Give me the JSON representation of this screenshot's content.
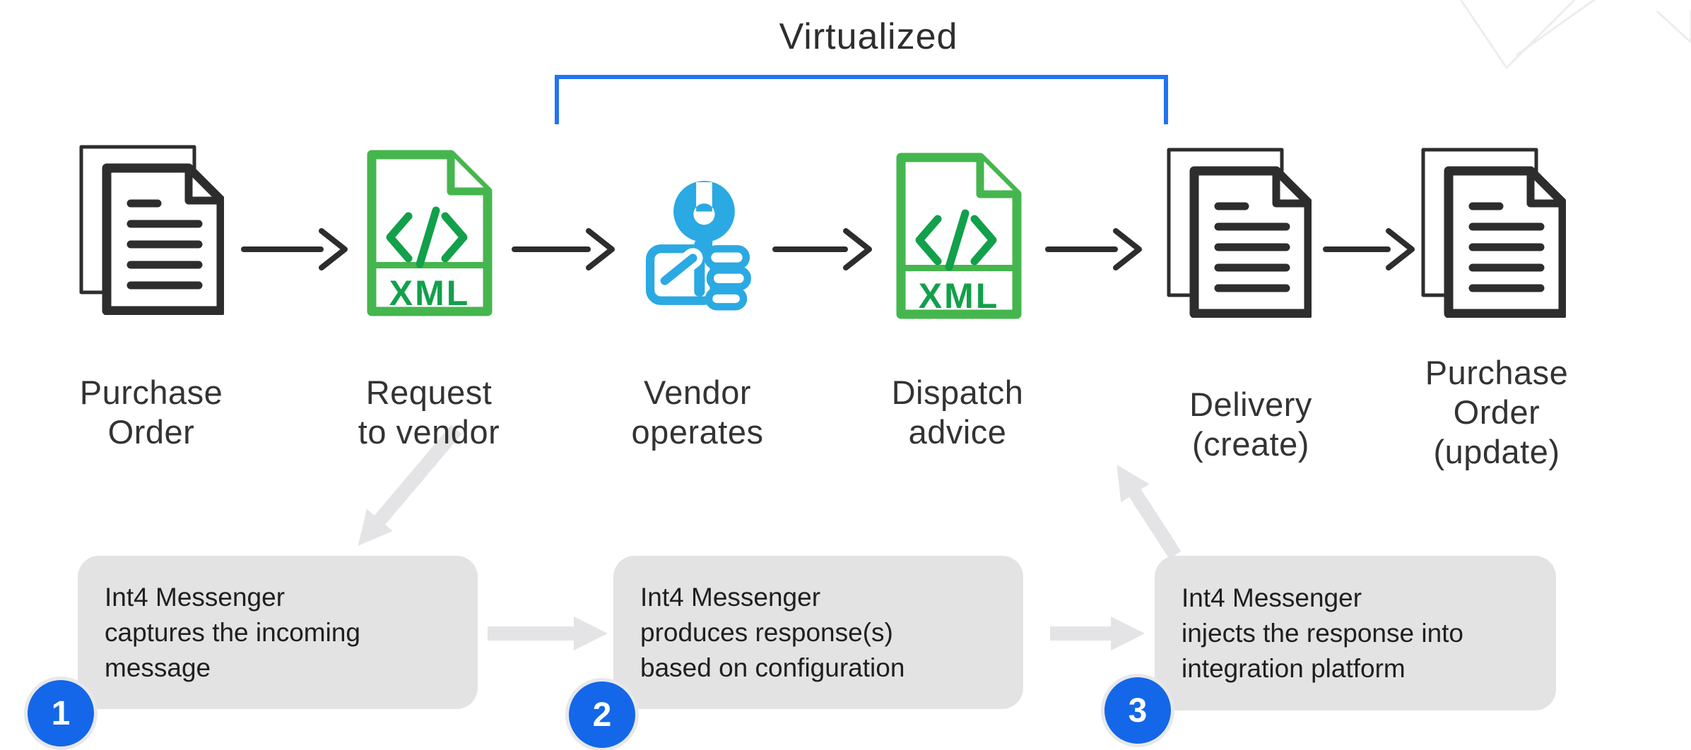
{
  "title": "Virtualized",
  "badges": {
    "xml": "XML"
  },
  "flow": {
    "steps": [
      {
        "icon": "documents-icon",
        "label": "Purchase\nOrder"
      },
      {
        "icon": "xml-file-icon",
        "label": "Request\nto vendor"
      },
      {
        "icon": "wrench-hand-icon",
        "label": "Vendor\noperates"
      },
      {
        "icon": "xml-file-icon",
        "label": "Dispatch\nadvice"
      },
      {
        "icon": "documents-icon",
        "label": "Delivery\n(create)"
      },
      {
        "icon": "documents-icon",
        "label": "Purchase\nOrder\n(update)"
      }
    ]
  },
  "callouts": [
    {
      "number": "1",
      "text": "Int4 Messenger\ncaptures the incoming\nmessage"
    },
    {
      "number": "2",
      "text": "Int4 Messenger\nproduces response(s)\nbased on configuration"
    },
    {
      "number": "3",
      "text": "Int4 Messenger\ninjects the response into\nintegration platform"
    }
  ],
  "colors": {
    "bracket_blue": "#2273F2",
    "circle_blue": "#1467E8",
    "wrench_blue": "#2BA9E2",
    "xml_green_border": "#45B64D",
    "xml_green_dark": "#12A04B",
    "callout_gray": "#E3E3E4",
    "flow_arrow_gray": "#E4E4E6",
    "ink": "#2D2D2D"
  }
}
